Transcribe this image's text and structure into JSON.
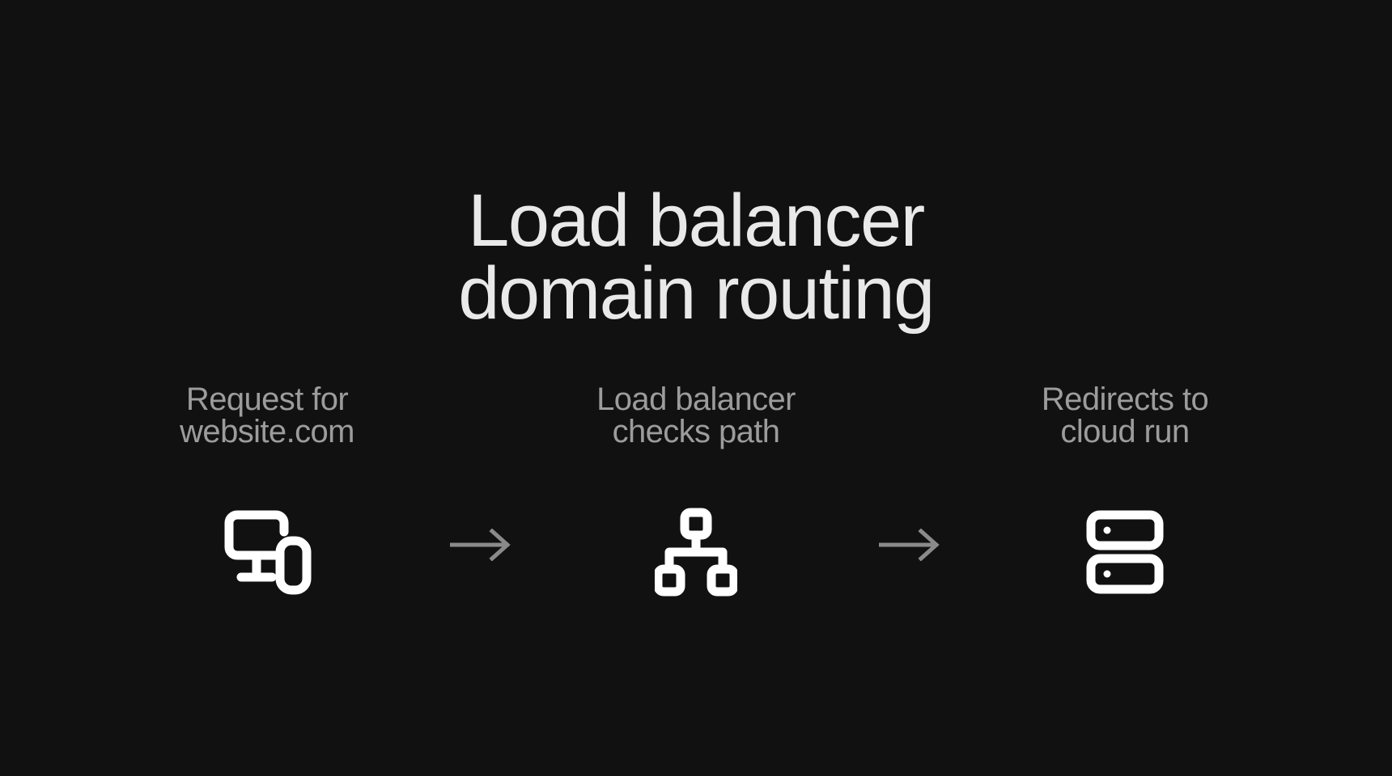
{
  "slide": {
    "background_color": "#111111",
    "title": "Load balancer\ndomain routing",
    "title_color": "#e9e9e9",
    "label_color": "#9c9c9c",
    "icon_color": "#ffffff",
    "arrow_color": "#8a8a8a"
  },
  "steps": [
    {
      "label": "Request for\nwebsite.com",
      "icon": "devices-icon"
    },
    {
      "label": "Load balancer\nchecks path",
      "icon": "network-topology-icon"
    },
    {
      "label": "Redirects to\ncloud run",
      "icon": "server-icon"
    }
  ],
  "connectors": [
    {
      "icon": "arrow-right-icon"
    },
    {
      "icon": "arrow-right-icon"
    }
  ]
}
